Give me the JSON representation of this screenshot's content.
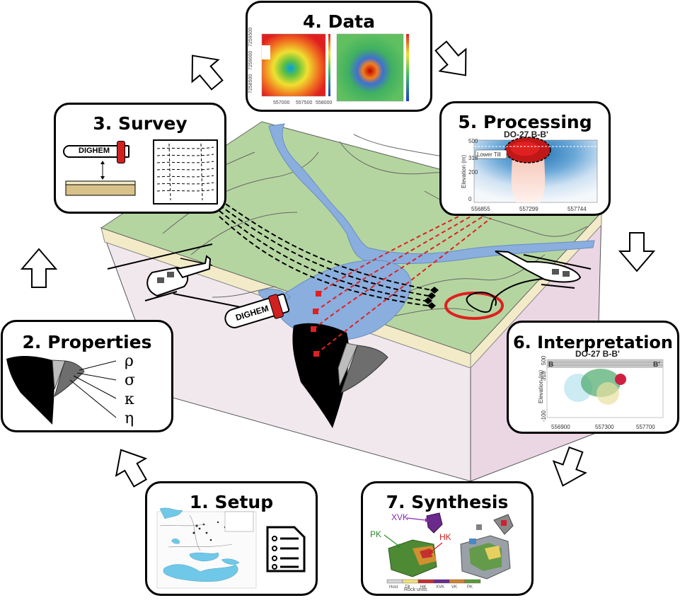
{
  "steps": [
    {
      "number": 1,
      "title": "1. Setup"
    },
    {
      "number": 2,
      "title": "2. Properties"
    },
    {
      "number": 3,
      "title": "3. Survey"
    },
    {
      "number": 4,
      "title": "4. Data"
    },
    {
      "number": 5,
      "title": "5. Processing"
    },
    {
      "number": 6,
      "title": "6. Interpretation"
    },
    {
      "number": 7,
      "title": "7. Synthesis"
    }
  ],
  "survey": {
    "instrument_label": "DIGHEM"
  },
  "properties": {
    "symbols": [
      "ρ",
      "σ",
      "κ",
      "η"
    ]
  },
  "data_panel": {
    "left_map_yticks": [
      "7259500",
      "7259000",
      "7258500"
    ],
    "left_map_xticks": [
      "557000",
      "557500",
      "558000"
    ]
  },
  "processing": {
    "plot_title": "DO-27 B-B'",
    "ylabel": "Elevation (m)",
    "yticks": [
      "500",
      "318",
      "200",
      "0"
    ],
    "xticks": [
      "556855",
      "557299",
      "557744"
    ],
    "layer_label": "Lower Till"
  },
  "interpretation": {
    "plot_title": "DO-27 B-B'",
    "ylabel": "Elevation (m)",
    "yticks": [
      "500",
      "318",
      "-100"
    ],
    "xticks": [
      "556900",
      "557300",
      "557700"
    ],
    "section_start": "B",
    "section_end": "B'"
  },
  "synthesis": {
    "labels": {
      "xvk": "XVK",
      "pk": "PK",
      "hk": "HK"
    },
    "legend_title": "Rock units",
    "legend_items": [
      "Host",
      "Till",
      "HK",
      "XVK",
      "VK",
      "PK"
    ],
    "legend_colors": [
      "#d4d4d4",
      "#f0e07a",
      "#c43030",
      "#6a2a8a",
      "#d08030",
      "#5a9a3a"
    ]
  },
  "block_instrument_label": "DIGHEM",
  "colors": {
    "ground_green": "#b5d5a0",
    "water_blue": "#8aaede",
    "soil_tan": "#f3ebc8",
    "block_side": "#f1e8ee",
    "block_right": "#ebd6e4",
    "flight_red": "#e02020",
    "kimberlite_black": "#000000"
  }
}
